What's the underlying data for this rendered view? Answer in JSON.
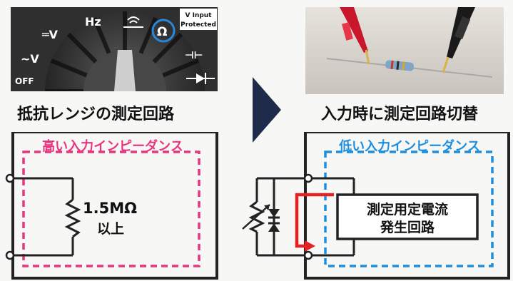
{
  "dial": {
    "labels": [
      "~V",
      "═V",
      "Hz",
      "Ω",
      "⊣⊢",
      "OFF"
    ],
    "protected_label": [
      "V Input",
      "Protected"
    ]
  },
  "headings": {
    "left": "抵抗レンジの測定回路",
    "right": "入力時に測定回路切替"
  },
  "left_diagram": {
    "title": "高い入力インピーダンス",
    "resistor_value": "1.5MΩ",
    "resistor_suffix": "以上"
  },
  "right_diagram": {
    "title": "低い入力インピーダンス",
    "box_lines": [
      "測定用定電流",
      "発生回路"
    ]
  },
  "colors": {
    "pink": "#e8357f",
    "blue": "#1e8fe0",
    "red": "#e32222",
    "arrow": "#1e2b4a"
  }
}
